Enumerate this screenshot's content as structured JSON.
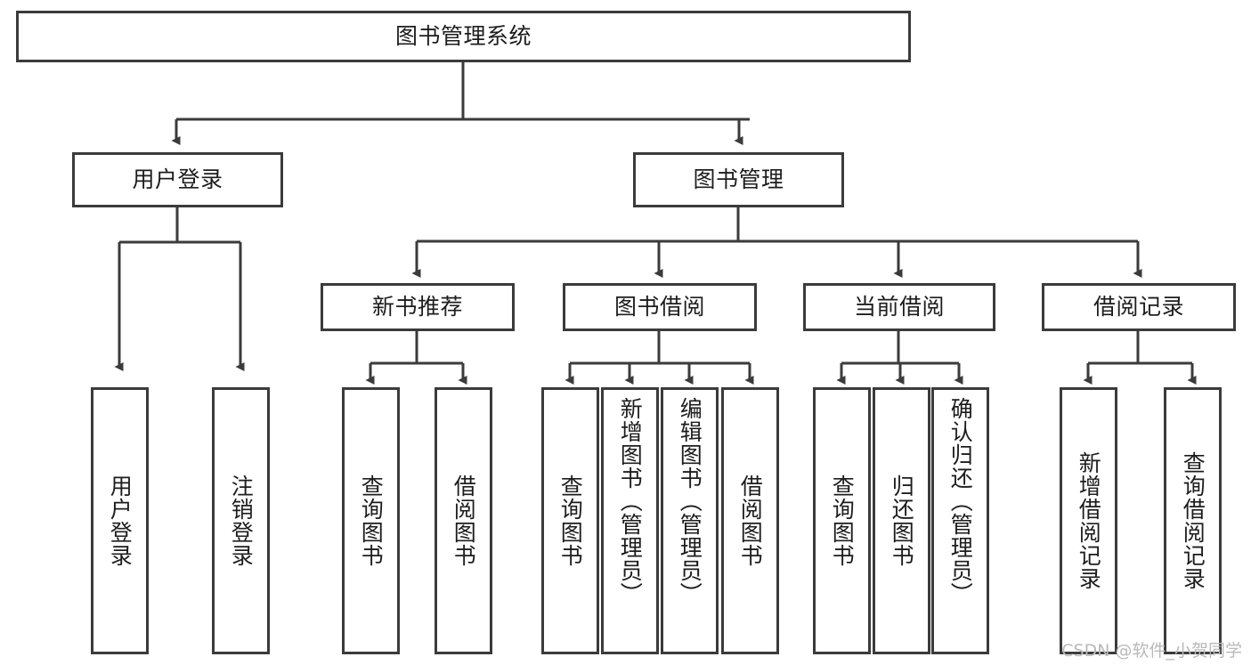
{
  "diagram": {
    "type": "hierarchy-tree",
    "title": "图书管理系统",
    "root": {
      "id": "root",
      "label": "图书管理系统"
    },
    "level2": [
      {
        "id": "user-login",
        "label": "用户登录"
      },
      {
        "id": "book-manage",
        "label": "图书管理"
      }
    ],
    "level3": [
      {
        "id": "new-book-recommend",
        "label": "新书推荐",
        "parent": "book-manage"
      },
      {
        "id": "book-borrow",
        "label": "图书借阅",
        "parent": "book-manage"
      },
      {
        "id": "current-borrow",
        "label": "当前借阅",
        "parent": "book-manage"
      },
      {
        "id": "borrow-record",
        "label": "借阅记录",
        "parent": "book-manage"
      }
    ],
    "leaves": [
      {
        "id": "leaf-user-login",
        "label": "用户登录",
        "parent": "user-login"
      },
      {
        "id": "leaf-logout-login",
        "label": "注销登录",
        "parent": "user-login"
      },
      {
        "id": "leaf-query-book-1",
        "label": "查询图书",
        "parent": "new-book-recommend"
      },
      {
        "id": "leaf-borrow-book-1",
        "label": "借阅图书",
        "parent": "new-book-recommend"
      },
      {
        "id": "leaf-query-book-2",
        "label": "查询图书",
        "parent": "book-borrow"
      },
      {
        "id": "leaf-add-book",
        "label": "新增图书（管理员）",
        "parent": "book-borrow"
      },
      {
        "id": "leaf-edit-book",
        "label": "编辑图书（管理员）",
        "parent": "book-borrow"
      },
      {
        "id": "leaf-borrow-book-2",
        "label": "借阅图书",
        "parent": "book-borrow"
      },
      {
        "id": "leaf-query-book-3",
        "label": "查询图书",
        "parent": "current-borrow"
      },
      {
        "id": "leaf-return-book",
        "label": "归还图书",
        "parent": "current-borrow"
      },
      {
        "id": "leaf-confirm-return",
        "label": "确认归还（管理员）",
        "parent": "current-borrow"
      },
      {
        "id": "leaf-add-record",
        "label": "新增借阅记录",
        "parent": "borrow-record"
      },
      {
        "id": "leaf-query-record",
        "label": "查询借阅记录",
        "parent": "borrow-record"
      }
    ],
    "colors": {
      "stroke": "#3b3b3b",
      "fill": "#ffffff",
      "text": "#1d1d1d",
      "watermark": "#b9b9b9"
    }
  },
  "watermark": {
    "text": "CSDN @软件_小贺同学"
  }
}
